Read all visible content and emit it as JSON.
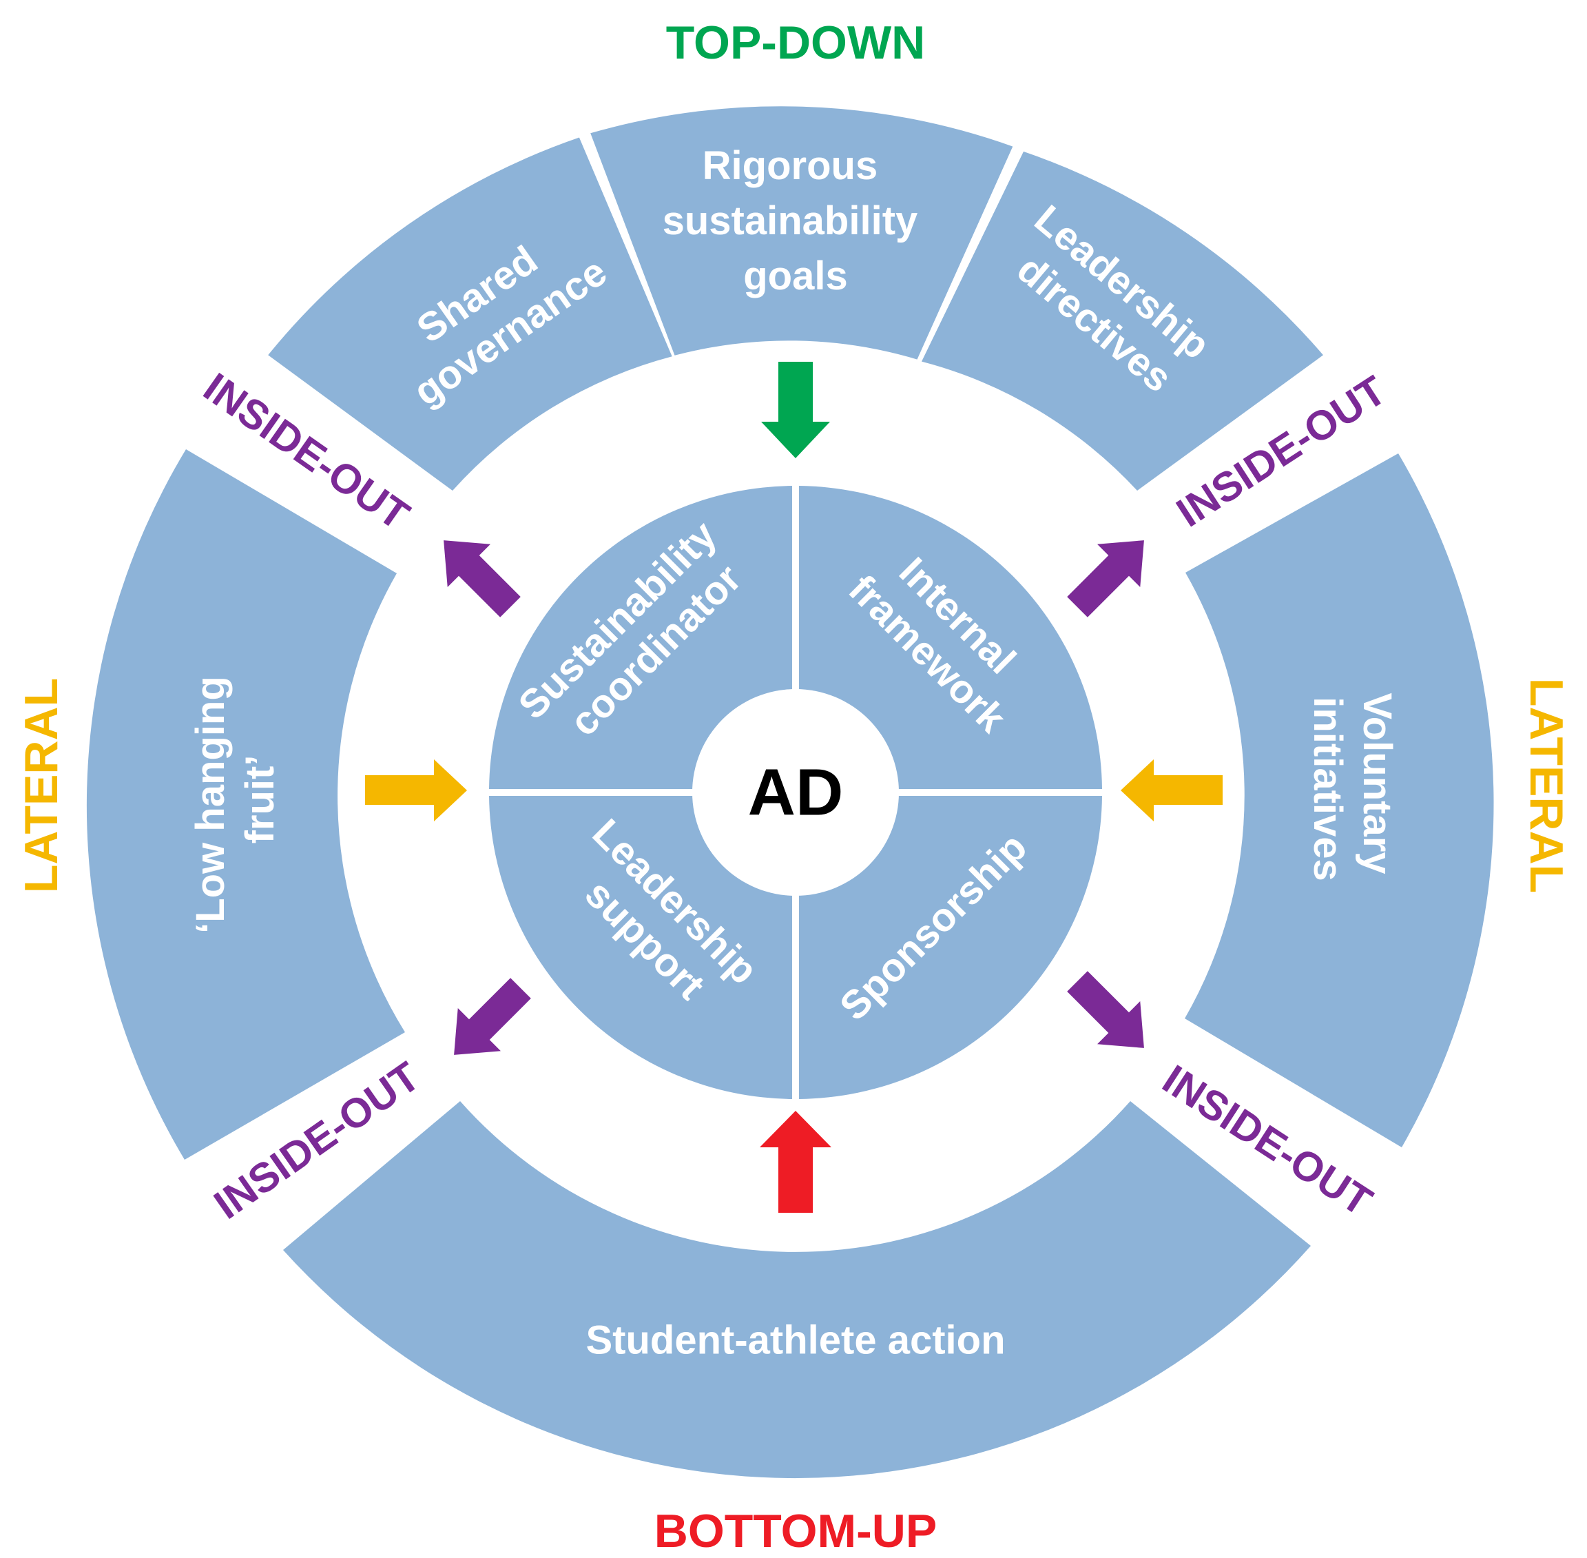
{
  "center": {
    "label": "AD"
  },
  "inner_quadrants": [
    {
      "id": "sustainability-coordinator",
      "lines": [
        "Sustainability",
        "coordinator"
      ]
    },
    {
      "id": "internal-framework",
      "lines": [
        "Internal",
        "framework"
      ]
    },
    {
      "id": "sponsorship",
      "lines": [
        "Sponsorship"
      ]
    },
    {
      "id": "leadership-support",
      "lines": [
        "Leadership",
        "support"
      ]
    }
  ],
  "outer_segments": [
    {
      "id": "shared-governance",
      "lines": [
        "Shared",
        "governance"
      ]
    },
    {
      "id": "rigorous-sustainability-goals",
      "lines": [
        "Rigorous",
        "sustainability",
        "goals"
      ]
    },
    {
      "id": "leadership-directives",
      "lines": [
        "Leadership",
        "directives"
      ]
    },
    {
      "id": "voluntary-initiatives",
      "lines": [
        "Voluntary",
        "initiatives"
      ]
    },
    {
      "id": "student-athlete-action",
      "lines": [
        "Student-athlete action"
      ]
    },
    {
      "id": "low-hanging-fruit",
      "lines": [
        "‘Low hanging",
        "fruit’"
      ]
    }
  ],
  "direction_labels": {
    "top": "TOP-DOWN",
    "bottom": "BOTTOM-UP",
    "left": "LATERAL",
    "right": "LATERAL",
    "inside_out_nw": "INSIDE-OUT",
    "inside_out_ne": "INSIDE-OUT",
    "inside_out_sw": "INSIDE-OUT",
    "inside_out_se": "INSIDE-OUT"
  },
  "colors": {
    "segment_fill": "#8db3d8",
    "top_down": "#00a651",
    "bottom_up": "#ee1c25",
    "lateral": "#f5b700",
    "inside_out": "#7b2a96"
  }
}
